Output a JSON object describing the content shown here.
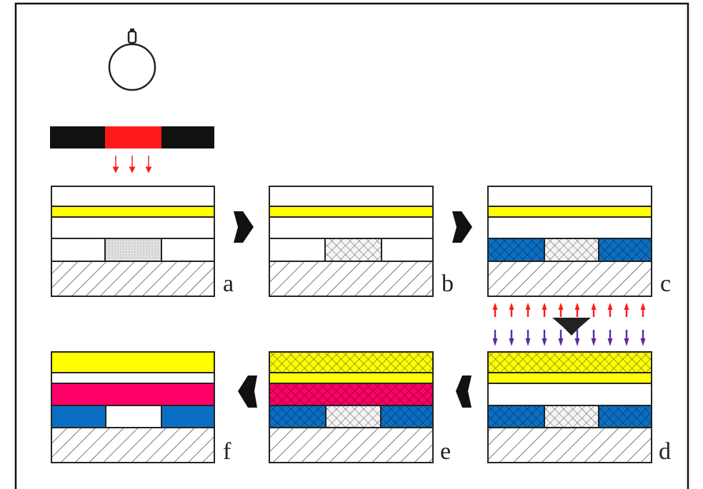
{
  "panels": [
    {
      "label": "a"
    },
    {
      "label": "b"
    },
    {
      "label": "c"
    },
    {
      "label": "d"
    },
    {
      "label": "e"
    },
    {
      "label": "f"
    }
  ],
  "colors": {
    "yellow": "#ffff00",
    "blue": "#0a6fc4",
    "magenta": "#ff0066",
    "red": "#ff1a1a",
    "purple": "#5b2aa0",
    "black": "#111111"
  },
  "icons": [
    "lamp-icon",
    "mask-icon",
    "process-arrow-icon"
  ]
}
